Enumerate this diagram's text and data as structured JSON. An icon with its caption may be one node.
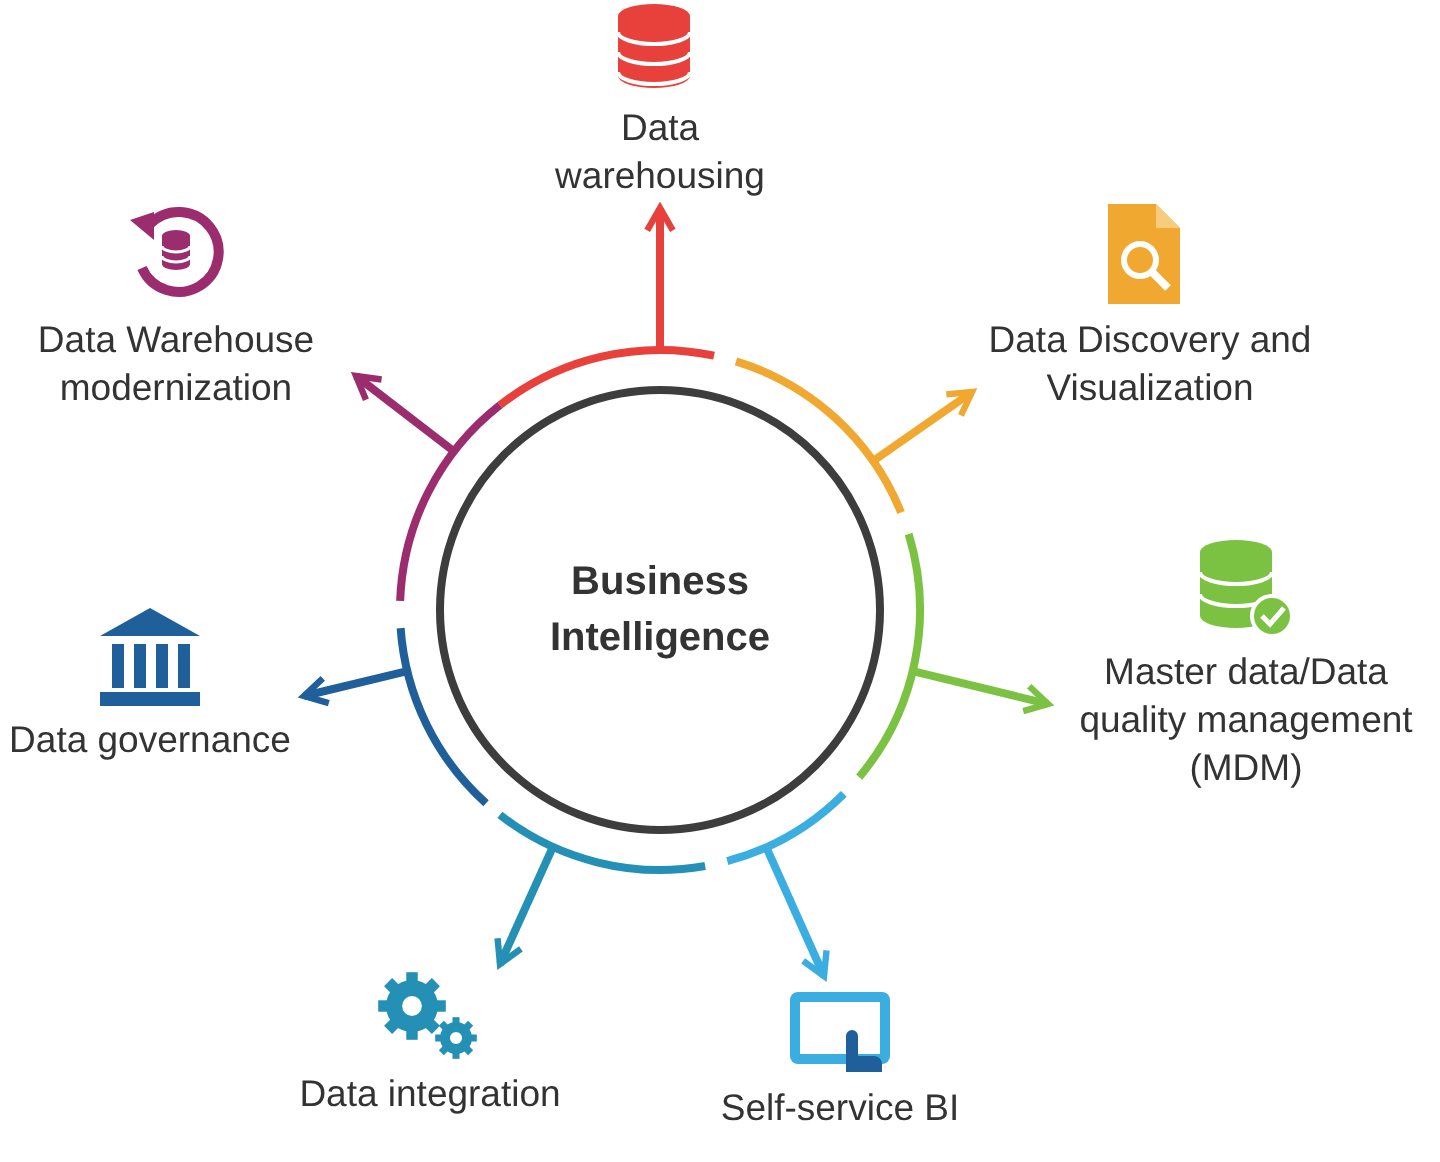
{
  "diagram": {
    "nodes": [
      {
        "text": [
          "Data warehousing"
        ]
      },
      {
        "text": [
          "Data Warehouse modernization"
        ]
      },
      {
        "text": [
          "Data Discovery and Visualization"
        ]
      },
      {
        "text": [
          "Business Intelligence"
        ]
      },
      {
        "text": [
          "Data governance"
        ]
      },
      {
        "text": [
          "Master data/Data quality management (MDM)"
        ]
      },
      {
        "text": [
          "Data integration"
        ]
      },
      {
        "text": [
          "Self-service BI"
        ]
      }
    ],
    "edges": [
      {
        "from": 3,
        "to": 0,
        "arrow": "to",
        "color": "#e8413c"
      },
      {
        "from": 3,
        "to": 2,
        "arrow": "to",
        "color": "#f0a830"
      },
      {
        "from": 3,
        "to": 5,
        "arrow": "to",
        "color": "#7cc242"
      },
      {
        "from": 3,
        "to": 7,
        "arrow": "to",
        "color": "#3aaee0"
      },
      {
        "from": 3,
        "to": 6,
        "arrow": "to",
        "color": "#2590b5"
      },
      {
        "from": 3,
        "to": 4,
        "arrow": "to",
        "color": "#1f5f9a"
      },
      {
        "from": 3,
        "to": 1,
        "arrow": "to",
        "color": "#9b2d6e"
      }
    ]
  }
}
